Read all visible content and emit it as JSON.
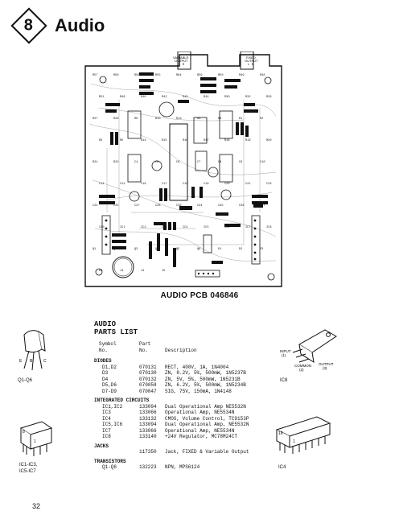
{
  "header": {
    "section_number": "8",
    "title": "Audio"
  },
  "pcb": {
    "caption": "AUDIO PCB 046846",
    "labels": {
      "variable_output": "VARIABLE\nOUTPUT\nL  R",
      "fixed_output": "FIXED\nOUTPUT\nL  R"
    },
    "parts": [
      "R57",
      "R58",
      "R56",
      "R55",
      "R64",
      "R59",
      "R50",
      "R49",
      "R48",
      "R51",
      "R46",
      "R40",
      "R42",
      "R43",
      "R44",
      "R30",
      "R32",
      "R26",
      "R27",
      "R28",
      "R8",
      "R10",
      "R13",
      "R4",
      "R6",
      "R1",
      "R2",
      "R3",
      "R5",
      "R14",
      "R15",
      "R16",
      "R17",
      "R18",
      "R19",
      "R20",
      "R21",
      "R22",
      "C4",
      "C5",
      "C6",
      "C7",
      "C8",
      "C9",
      "C10",
      "C11",
      "C12",
      "C16",
      "C17",
      "C18",
      "C19",
      "C20",
      "C21",
      "C23",
      "C24",
      "C25",
      "C27",
      "C28",
      "C30",
      "C34",
      "C35",
      "C36",
      "C37",
      "C40",
      "IC1",
      "IC2",
      "IC3",
      "IC4",
      "IC5",
      "IC6",
      "IC7",
      "IC8",
      "Q1",
      "Q2",
      "Q3",
      "Q4",
      "Q5",
      "Q6",
      "D1",
      "D2",
      "D3",
      "D4",
      "J3",
      "J4",
      "J5"
    ]
  },
  "parts_list": {
    "title_line1": "AUDIO",
    "title_line2": "PARTS LIST",
    "col_symbol": "Symbol\nNo.",
    "col_part": "Part\nNo.",
    "col_desc": "Description",
    "sections": [
      {
        "name": "DIODES",
        "rows": [
          {
            "symbol": "D1,D2",
            "part": "070131",
            "desc": "RECT, 400V, 1A, 1N4004"
          },
          {
            "symbol": "D3",
            "part": "070130",
            "desc": "ZN, 8.2V, 5%, 500mW, 1N5237B"
          },
          {
            "symbol": "D4",
            "part": "070132",
            "desc": "ZN, 5V, 5%, 500mW, 1N5231B"
          },
          {
            "symbol": "D5,D6",
            "part": "070058",
            "desc": "ZN, 6.2V, 5%, 500mW, 1N5234B"
          },
          {
            "symbol": "D7-D9",
            "part": "070047",
            "desc": "SIG, 75V, 150mA, 1N4148"
          }
        ]
      },
      {
        "name": "INTEGRATED CIRCUITS",
        "rows": [
          {
            "symbol": "IC1,IC2",
            "part": "133094",
            "desc": "Dual Operational Amp NE5532N"
          },
          {
            "symbol": "IC3",
            "part": "133066",
            "desc": "Operational Amp, NE5534N"
          },
          {
            "symbol": "IC4",
            "part": "133132",
            "desc": "CMOS, Volume Control, TC9153P"
          },
          {
            "symbol": "IC5,IC6",
            "part": "133094",
            "desc": "Dual Operational Amp, NE5532N"
          },
          {
            "symbol": "IC7",
            "part": "133066",
            "desc": "Operational Amp, NE5534N"
          },
          {
            "symbol": "IC8",
            "part": "133140",
            "desc": "+24V Regulator, MC78M24CT"
          }
        ]
      },
      {
        "name": "JACKS",
        "rows": [
          {
            "symbol": "",
            "part": "117350",
            "desc": "Jack, FIXED & Variable Output"
          }
        ]
      },
      {
        "name": "TRANSISTORS",
        "rows": [
          {
            "symbol": "Q1-Q6",
            "part": "132223",
            "desc": "NPN, MPS6124"
          }
        ]
      }
    ]
  },
  "figures": {
    "transistor_label": "Q1-Q6",
    "transistor_pins": [
      "E",
      "B",
      "C"
    ],
    "regulator_label": "IC8",
    "regulator_pins": {
      "input": "INPUT\n(1)",
      "common": "COMMON\n(2)",
      "output": "OUTPUT\n(3)"
    },
    "dip8_label": "IC1-IC3,\nIC5-IC7",
    "dip8_pins": [
      "8",
      "1"
    ],
    "dip16_label": "IC4",
    "dip16_pins": [
      "16",
      "1"
    ]
  },
  "page_number": "32"
}
